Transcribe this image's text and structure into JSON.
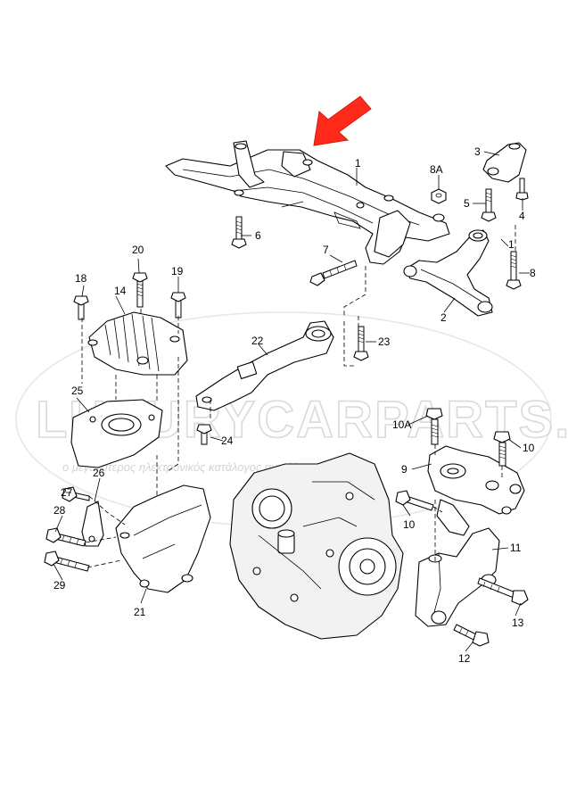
{
  "diagram": {
    "callouts": [
      {
        "id": "c1",
        "text": "1"
      },
      {
        "id": "c2",
        "text": "2"
      },
      {
        "id": "c3",
        "text": "3"
      },
      {
        "id": "c4",
        "text": "4"
      },
      {
        "id": "c5",
        "text": "5"
      },
      {
        "id": "c6",
        "text": "6"
      },
      {
        "id": "c7",
        "text": "7"
      },
      {
        "id": "c8",
        "text": "8"
      },
      {
        "id": "c8A",
        "text": "8A"
      },
      {
        "id": "c1b",
        "text": "1"
      },
      {
        "id": "c9",
        "text": "9"
      },
      {
        "id": "c10",
        "text": "10"
      },
      {
        "id": "c10b",
        "text": "10"
      },
      {
        "id": "c10A",
        "text": "10A"
      },
      {
        "id": "c11",
        "text": "11"
      },
      {
        "id": "c12",
        "text": "12"
      },
      {
        "id": "c13",
        "text": "13"
      },
      {
        "id": "c14",
        "text": "14"
      },
      {
        "id": "c18",
        "text": "18"
      },
      {
        "id": "c19",
        "text": "19"
      },
      {
        "id": "c20",
        "text": "20"
      },
      {
        "id": "c21",
        "text": "21"
      },
      {
        "id": "c22",
        "text": "22"
      },
      {
        "id": "c23",
        "text": "23"
      },
      {
        "id": "c24",
        "text": "24"
      },
      {
        "id": "c25",
        "text": "25"
      },
      {
        "id": "c26",
        "text": "26"
      },
      {
        "id": "c27",
        "text": "27"
      },
      {
        "id": "c28",
        "text": "28"
      },
      {
        "id": "c29",
        "text": "29"
      }
    ],
    "watermark": {
      "main": "LUXURYCARPARTS.GR",
      "sub": "ο μεγαλύτερος ηλεκτρονικός κατάλογος ανταλλακτικών"
    },
    "colors": {
      "arrow": "#ff2a1a",
      "line": "#000000",
      "watermark": "#d9d9d9"
    }
  }
}
